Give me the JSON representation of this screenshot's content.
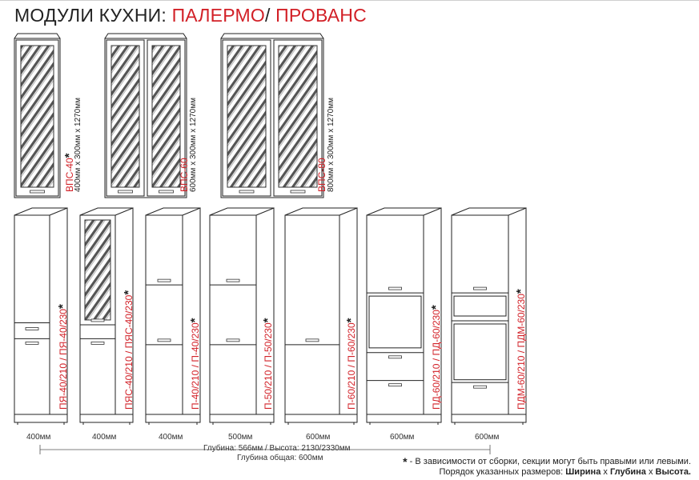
{
  "header": {
    "title_prefix": "МОДУЛИ КУХНИ: ",
    "title_style1": "ПАЛЕРМО",
    "title_sep": "/ ",
    "title_style2": "ПРОВАНС",
    "accent_color": "#d22027"
  },
  "wall_cabinets": [
    {
      "code": "ВПС-40",
      "star": "*",
      "dims": "400мм x 300мм x 1270мм"
    },
    {
      "code": "ВПС-60",
      "star": "",
      "dims": "600мм x 300мм x 1270мм"
    },
    {
      "code": "ВПС-80",
      "star": "",
      "dims": "800мм x 300мм x 1270мм"
    }
  ],
  "tall_cabinets": [
    {
      "code": "ПЯ-40/210 / ПЯ-40/230",
      "star": "*",
      "width": "400мм"
    },
    {
      "code": "ПЯС-40/210 / ПЯС-40/230",
      "star": "*",
      "width": "400мм"
    },
    {
      "code": "П-40/210 / П-40/230",
      "star": "*",
      "width": "400мм"
    },
    {
      "code": "П-50/210 / П-50/230",
      "star": "*",
      "width": "500мм"
    },
    {
      "code": "П-60/210 / П-60/230",
      "star": "*",
      "width": "600мм"
    },
    {
      "code": "ПД-60/210 / ПД-60/230",
      "star": "*",
      "width": "600мм"
    },
    {
      "code": "ПДМ-60/210 / ПДМ-60/230",
      "star": "*",
      "width": "600мм"
    }
  ],
  "depth_note": {
    "line1": "Глубина: 566мм / Высота: 2130/2330мм",
    "line2": "Глубина общая: 600мм"
  },
  "footnote": {
    "star": "*",
    "text": " - В зависимости от сборки, секции могут быть правыми или левыми."
  },
  "order_note": {
    "prefix": "Порядок указанных размеров: ",
    "w": "Ширина",
    "x1": " х ",
    "d": "Глубина",
    "x2": " х ",
    "h": "Высота."
  }
}
